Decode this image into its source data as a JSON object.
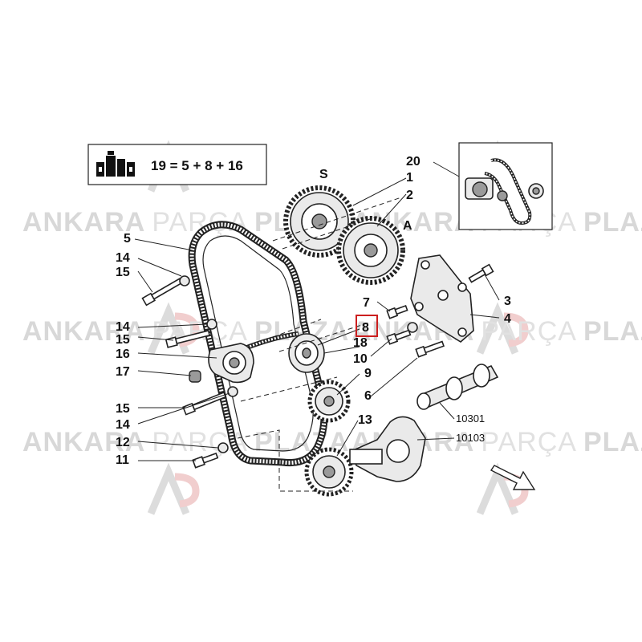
{
  "watermark": {
    "brand_bold_1": "ANKARA",
    "brand_thin": "PARÇA",
    "brand_bold_2": "PLAZA"
  },
  "colors": {
    "highlight_box": "#cc1f1f",
    "logo_red": "#c0161b",
    "logo_gray": "#9a9a9a",
    "ink": "#111111"
  },
  "formula": {
    "text": "19 = 5 + 8 + 16",
    "icon": "kit-icon"
  },
  "labels": {
    "S": "S",
    "A": "A",
    "l1": "1",
    "l2": "2",
    "l3": "3",
    "l4": "4",
    "l5": "5",
    "l6": "6",
    "l7": "7",
    "l8": "8",
    "l9": "9",
    "l10": "10",
    "l11": "11",
    "l12": "12",
    "l13": "13",
    "l14a": "14",
    "l14b": "14",
    "l14c": "14",
    "l15a": "15",
    "l15b": "15",
    "l15c": "15",
    "l16": "16",
    "l17": "17",
    "l18": "18",
    "l20": "20",
    "ref1": "10301",
    "ref2": "10103"
  },
  "highlighted_part": "8",
  "arrow_icon": "direction-arrow-icon"
}
